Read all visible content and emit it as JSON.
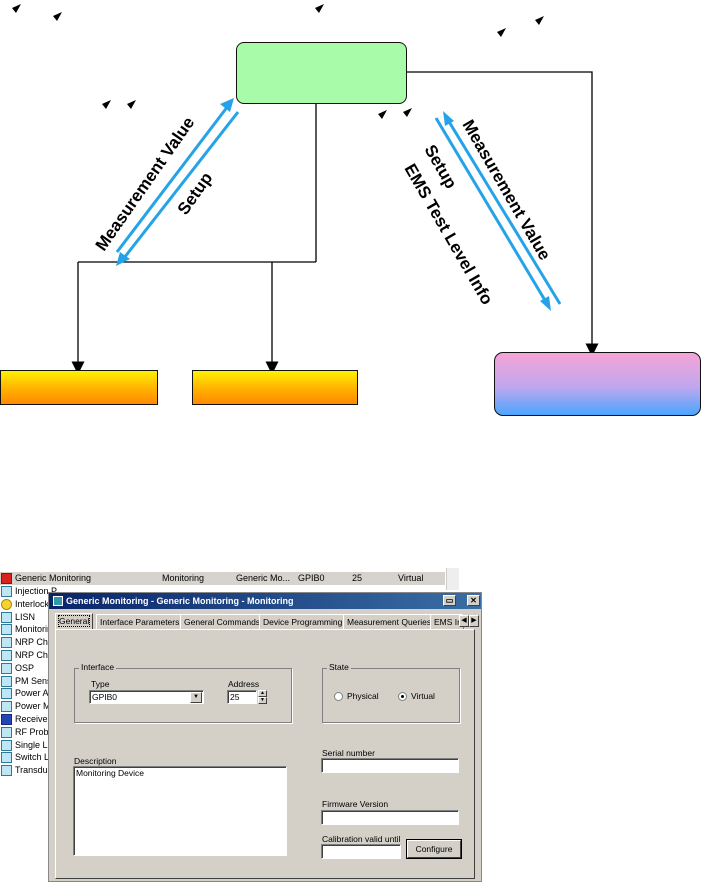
{
  "diagram": {
    "label_measurement_value_left": "Measurement Value",
    "label_setup_left": "Setup",
    "label_setup_right": "Setup",
    "label_ems_info": "EMS Test Level Info",
    "label_measurement_value_right": "Measurement Value",
    "colors": {
      "arrow_blue": "#26a3e8",
      "green_box": "#a8fba8",
      "orange_top": "#fff000",
      "orange_bottom": "#ff8a00",
      "pink_top": "#f6a4d6",
      "blue_bottom": "#4aa6ff"
    }
  },
  "device_list": {
    "selected": {
      "name": "Generic Monitoring",
      "type": "Monitoring",
      "driver": "Generic Mo...",
      "interface": "GPIB0",
      "address": "25",
      "state": "Virtual"
    },
    "items": [
      {
        "name": "Injection P",
        "icon": "probe-icon"
      },
      {
        "name": "Interlock",
        "icon": "interlock-icon"
      },
      {
        "name": "LISN",
        "icon": "lisn-icon"
      },
      {
        "name": "Monitorin",
        "icon": "monitor-icon"
      },
      {
        "name": "NRP Ch",
        "icon": "probe-icon"
      },
      {
        "name": "NRP Ch",
        "icon": "probe-icon"
      },
      {
        "name": "OSP",
        "icon": "osp-icon"
      },
      {
        "name": "PM Sens",
        "icon": "sensor-icon"
      },
      {
        "name": "Power A",
        "icon": "amplifier-icon"
      },
      {
        "name": "Power M",
        "icon": "meter-icon"
      },
      {
        "name": "Receive",
        "icon": "receiver-icon"
      },
      {
        "name": "RF Prob",
        "icon": "probe-icon"
      },
      {
        "name": "Single Li",
        "icon": "probe-icon"
      },
      {
        "name": "Switch L",
        "icon": "switch-icon"
      },
      {
        "name": "Transdu",
        "icon": "transducer-icon"
      }
    ]
  },
  "dialog": {
    "title": "Generic Monitoring - Generic Monitoring - Monitoring",
    "tabs": [
      "General",
      "Interface Parameters",
      "General Commands",
      "Device Programming",
      "Measurement Queries",
      "EMS Ir"
    ],
    "interface": {
      "group_label": "Interface",
      "type_label": "Type",
      "type_value": "GPIB0",
      "address_label": "Address",
      "address_value": "25"
    },
    "state": {
      "group_label": "State",
      "physical_label": "Physical",
      "virtual_label": "Virtual",
      "selected": "Virtual"
    },
    "description_label": "Description",
    "description_value": "Monitoring Device",
    "serial_label": "Serial number",
    "serial_value": "",
    "firmware_label": "Firmware Version",
    "firmware_value": "",
    "calibration_label": "Calibration valid until",
    "calibration_value": "",
    "configure_button": "Configure"
  }
}
